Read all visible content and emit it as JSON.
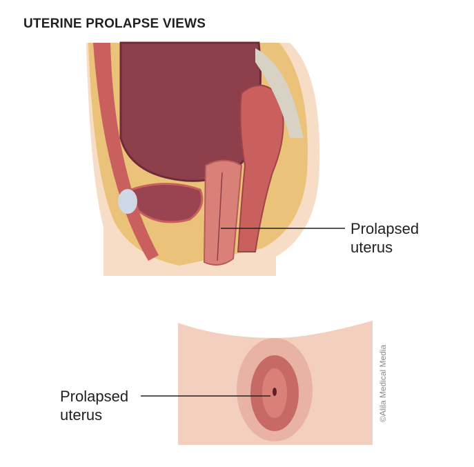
{
  "title": "UTERINE PROLAPSE VIEWS",
  "sagittal_view": {
    "label_line1": "Prolapsed",
    "label_line2": "uterus"
  },
  "external_view": {
    "label_line1": "Prolapsed",
    "label_line2": "uterus"
  },
  "copyright": "©Alila Medical Media",
  "colors": {
    "skin": "#f7dcc6",
    "fat": "#eac27a",
    "muscle": "#c9605e",
    "bladder": "#8a3c48",
    "uterus": "#d98078"
  }
}
